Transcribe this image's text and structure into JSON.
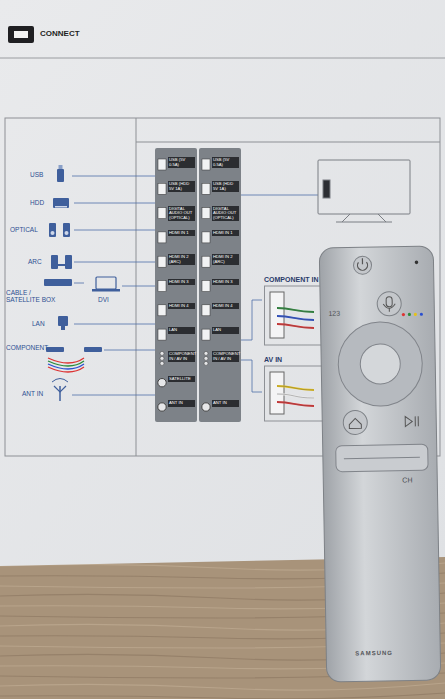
{
  "diagram": {
    "title": "CONNECT",
    "nodes": [
      {
        "text": [
          "COMPONENT IN"
        ]
      },
      {
        "text": [
          "AV IN"
        ]
      },
      {
        "text": [
          "123",
          "CH",
          "SAMSUNG"
        ]
      }
    ],
    "labels": [
      "USB",
      "HDD",
      "OPTICAL",
      "ARC",
      "CABLE / SATELLITE BOX",
      "DVI",
      "LAN",
      "COMPONENT",
      "ANT IN",
      "USB (5V 0.5A)",
      "USB (HDD 5V 1A)",
      "DIGITAL AUDIO OUT (OPTICAL)",
      "HDMI IN 1",
      "HDMI IN 2 (ARC)",
      "HDMI IN 3",
      "HDMI IN 4",
      "LAN",
      "COMPONENT IN / AV IN",
      "SATELLITE",
      "ANT IN",
      "USB (5V 0.5A)",
      "USB (HDD 5V 1A)",
      "DIGITAL AUDIO OUT (OPTICAL)",
      "HDMI IN 1",
      "HDMI IN 2 (ARC)",
      "HDMI IN 3",
      "HDMI IN 4",
      "LAN",
      "COMPONENT IN / AV IN",
      "ANT IN"
    ]
  }
}
